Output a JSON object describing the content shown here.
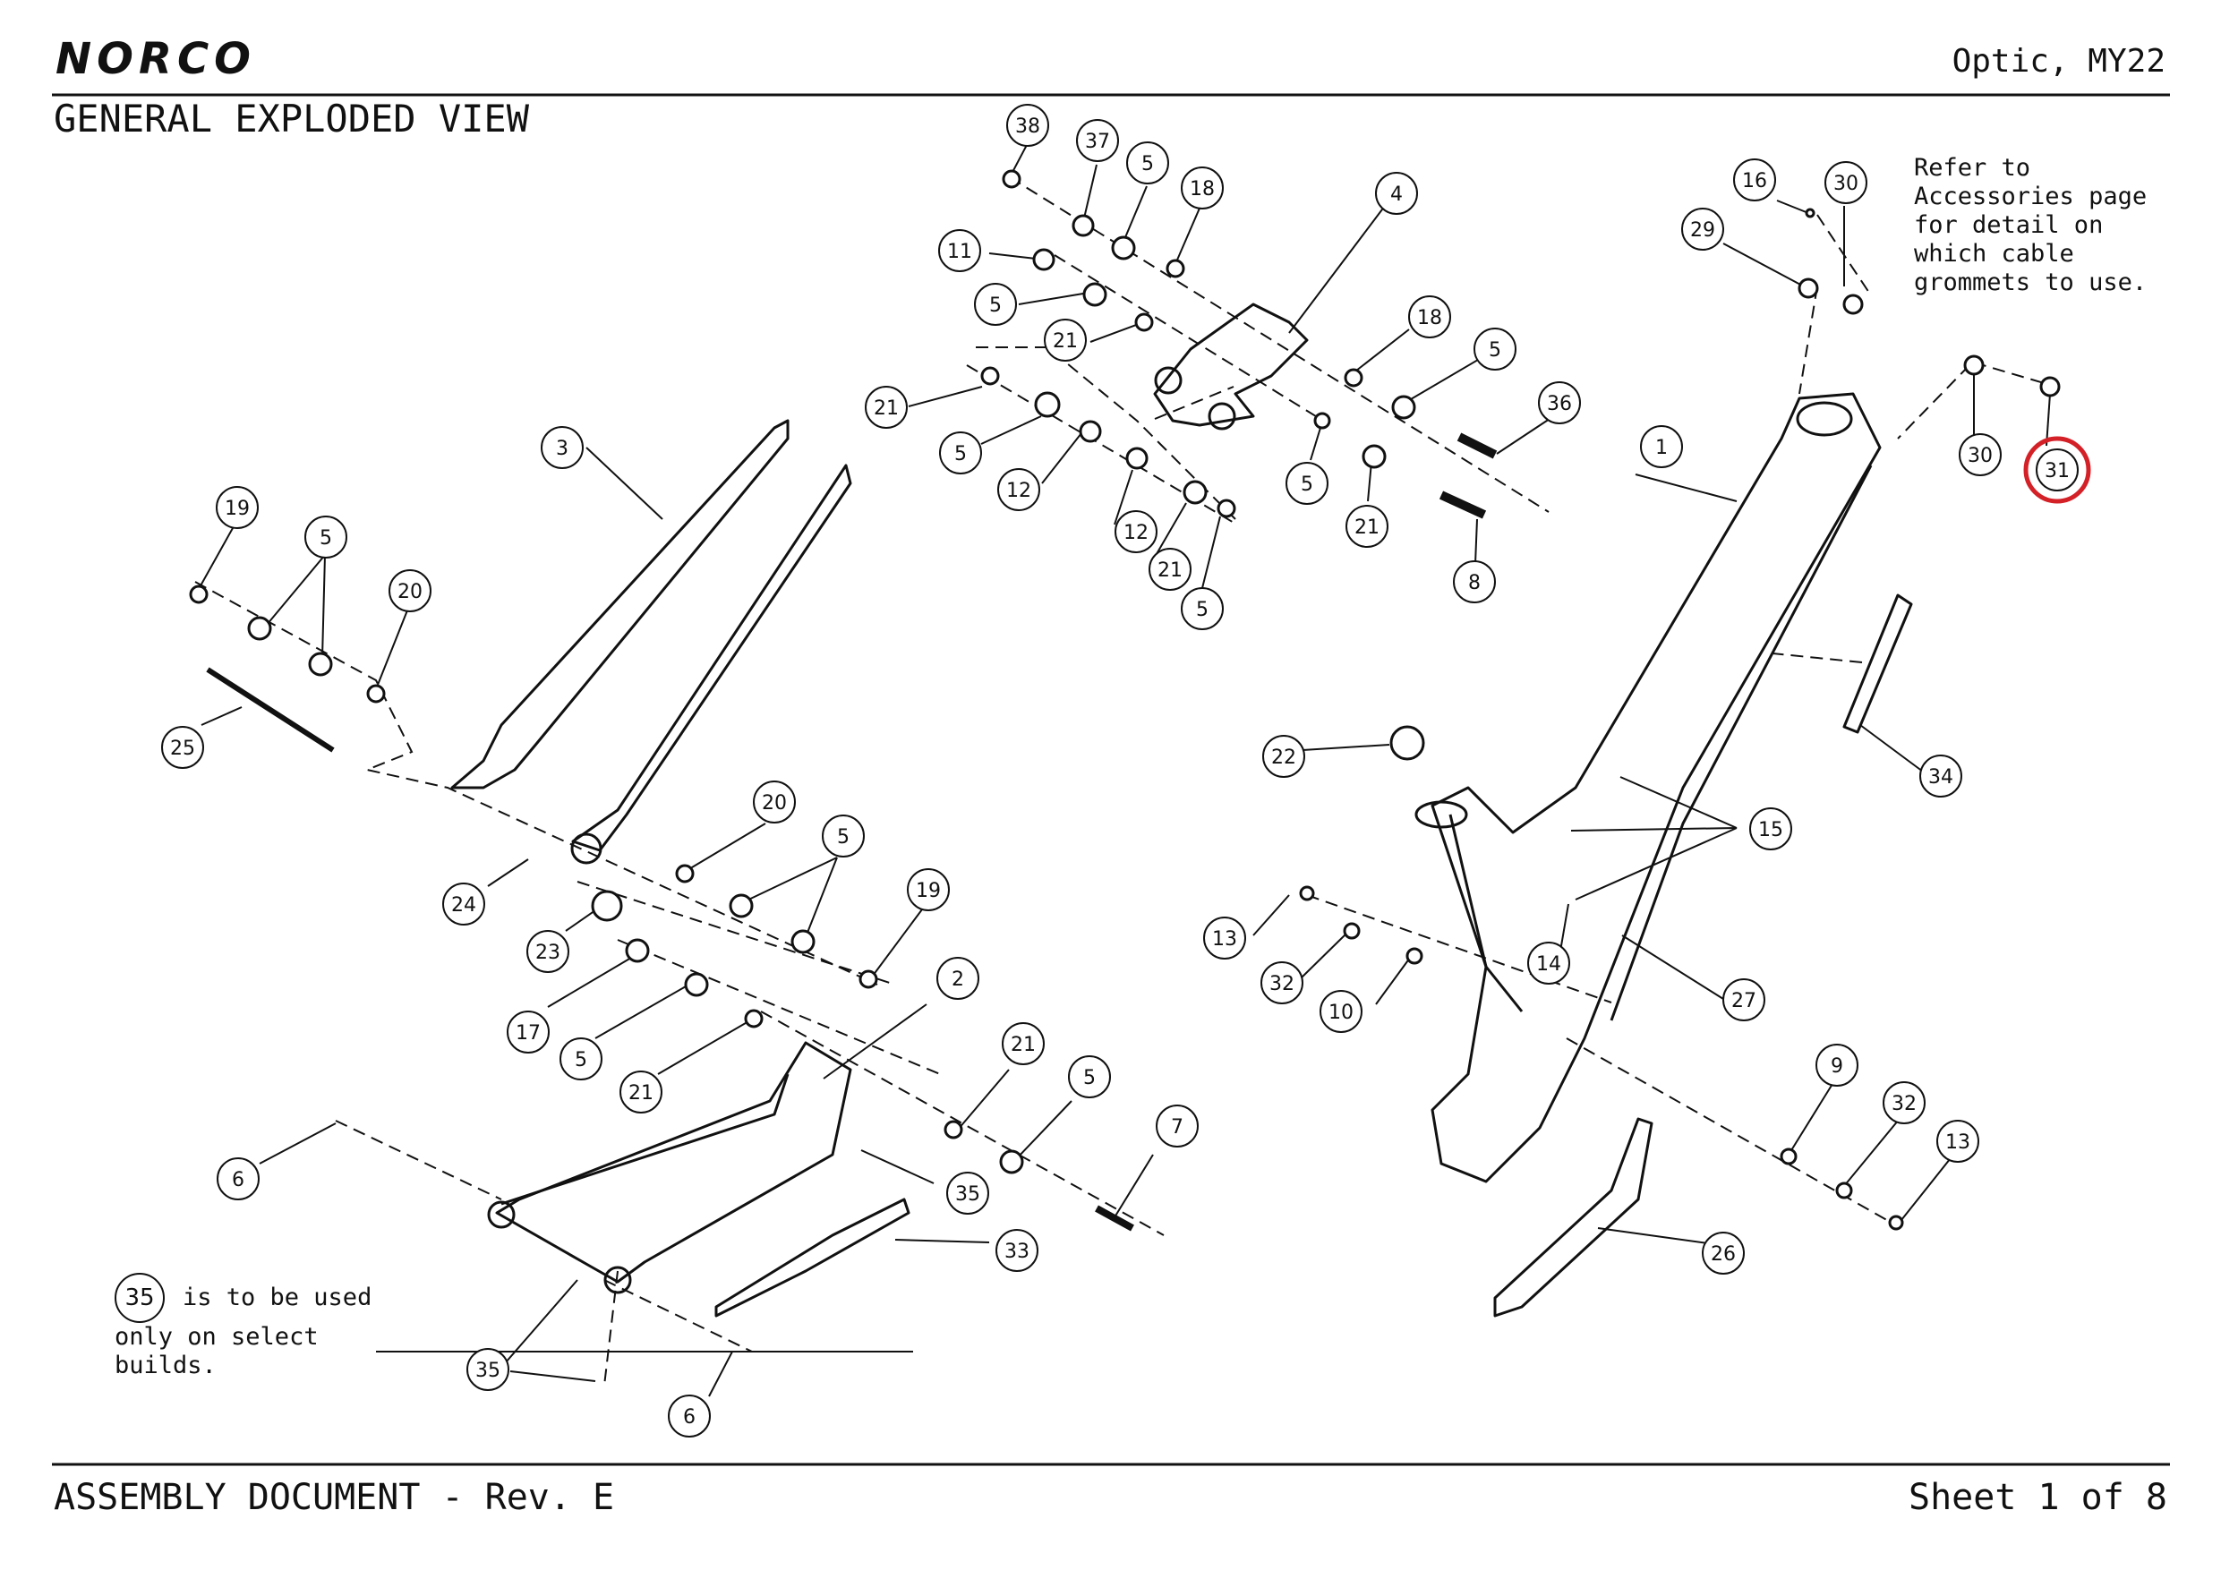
{
  "header": {
    "brand": "NORCO",
    "model": "Optic, MY22",
    "view_title": "GENERAL EXPLODED VIEW"
  },
  "footer": {
    "document": "ASSEMBLY DOCUMENT - Rev. E",
    "sheet": "Sheet 1 of 8"
  },
  "notes": {
    "accessories_lines": [
      "Refer to",
      "Accessories page",
      "for detail on",
      "which cable",
      "grommets to use."
    ],
    "select_builds": {
      "ref": "35",
      "line1": "is to be used",
      "line2": "only on select",
      "line3": "builds."
    }
  },
  "highlight": {
    "ref": "31",
    "color": "#d42027"
  },
  "colors": {
    "ink": "#111111",
    "highlight": "#d42027"
  },
  "callouts": [
    {
      "id": "38"
    },
    {
      "id": "37"
    },
    {
      "id": "5"
    },
    {
      "id": "18"
    },
    {
      "id": "4"
    },
    {
      "id": "11"
    },
    {
      "id": "5"
    },
    {
      "id": "21"
    },
    {
      "id": "18"
    },
    {
      "id": "5"
    },
    {
      "id": "21"
    },
    {
      "id": "36"
    },
    {
      "id": "5"
    },
    {
      "id": "12"
    },
    {
      "id": "12"
    },
    {
      "id": "21"
    },
    {
      "id": "5"
    },
    {
      "id": "5"
    },
    {
      "id": "21"
    },
    {
      "id": "8"
    },
    {
      "id": "3"
    },
    {
      "id": "19"
    },
    {
      "id": "5"
    },
    {
      "id": "20"
    },
    {
      "id": "25"
    },
    {
      "id": "20"
    },
    {
      "id": "5"
    },
    {
      "id": "19"
    },
    {
      "id": "24"
    },
    {
      "id": "23"
    },
    {
      "id": "17"
    },
    {
      "id": "5"
    },
    {
      "id": "21"
    },
    {
      "id": "2"
    },
    {
      "id": "21"
    },
    {
      "id": "5"
    },
    {
      "id": "7"
    },
    {
      "id": "6"
    },
    {
      "id": "35"
    },
    {
      "id": "33"
    },
    {
      "id": "35"
    },
    {
      "id": "6"
    },
    {
      "id": "16"
    },
    {
      "id": "30"
    },
    {
      "id": "29"
    },
    {
      "id": "1"
    },
    {
      "id": "30"
    },
    {
      "id": "31"
    },
    {
      "id": "34"
    },
    {
      "id": "22"
    },
    {
      "id": "15"
    },
    {
      "id": "13"
    },
    {
      "id": "32"
    },
    {
      "id": "10"
    },
    {
      "id": "14"
    },
    {
      "id": "27"
    },
    {
      "id": "9"
    },
    {
      "id": "32"
    },
    {
      "id": "13"
    },
    {
      "id": "26"
    }
  ]
}
